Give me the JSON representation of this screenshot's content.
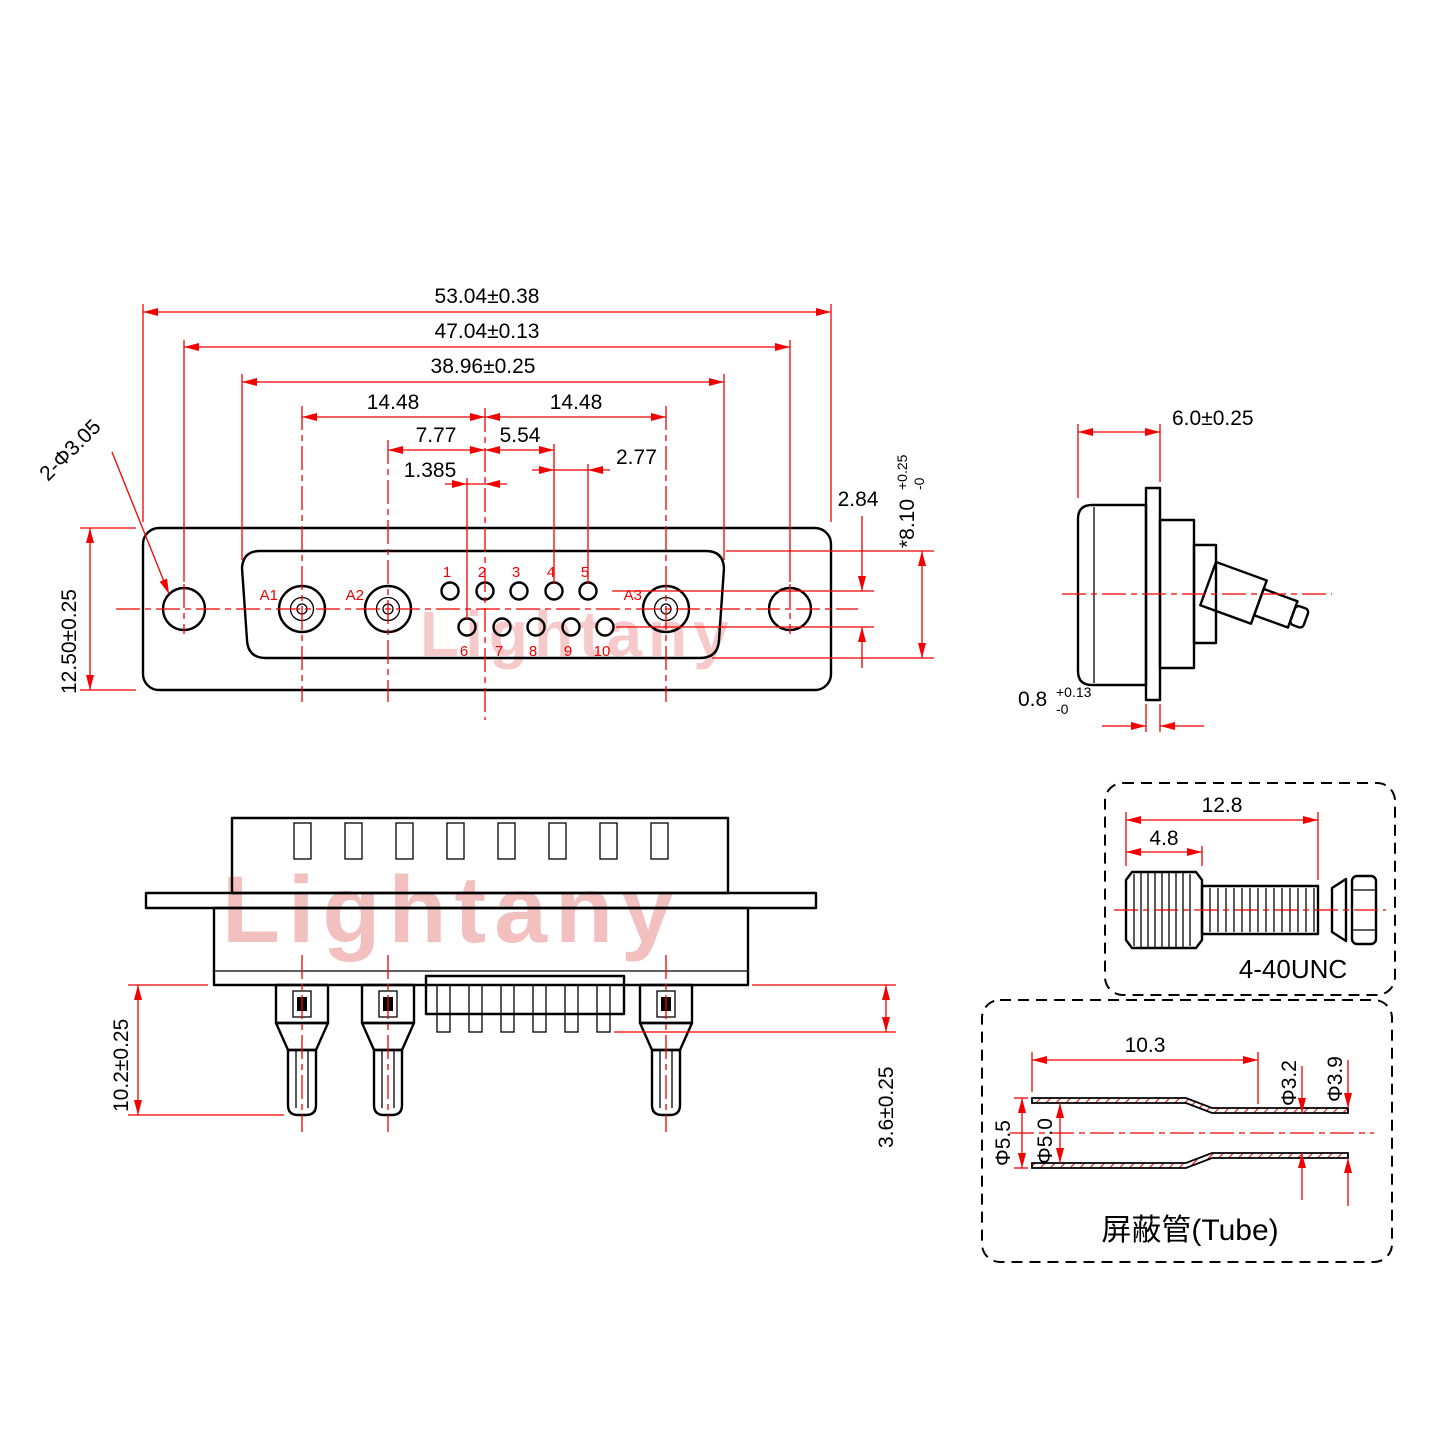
{
  "watermark": {
    "text": "Lightany"
  },
  "front_view": {
    "dims": {
      "overall_width": "53.04±0.38",
      "mount_hole_span": "47.04±0.13",
      "shell_width": "38.96±0.25",
      "coax_span_left": "14.48",
      "coax_span_right": "14.48",
      "a2_to_center": "7.77",
      "center_to_pin": "5.54",
      "row_offset": "1.385",
      "pin_pitch": "2.77",
      "row_spacing": "2.84",
      "flange_height": "12.50±0.25",
      "mount_holes": "2-Φ3.05",
      "panel_cutout": "*8.10",
      "panel_cutout_tol_plus": "+0.25",
      "panel_cutout_tol_minus": "-0"
    },
    "contacts": [
      "A1",
      "A2",
      "A3"
    ],
    "pins": [
      "1",
      "2",
      "3",
      "4",
      "5",
      "6",
      "7",
      "8",
      "9",
      "10"
    ]
  },
  "side_view": {
    "dims": {
      "shell_depth": "6.0±0.25",
      "flange_thickness": "0.8",
      "flange_tol_plus": "+0.13",
      "flange_tol_minus": "-0"
    }
  },
  "rear_view": {
    "dims": {
      "terminal_height": "10.2±0.25",
      "tail_length": "3.6±0.25"
    }
  },
  "screw_detail": {
    "dims": {
      "overall_length": "12.8",
      "head_length": "4.8"
    },
    "thread_spec": "4-40UNC"
  },
  "tube_detail": {
    "dims": {
      "body_length": "10.3",
      "outer_dia_large": "Φ5.5",
      "inner_dia_large": "Φ5.0",
      "inner_dia_small": "Φ3.2",
      "outer_dia_small": "Φ3.9"
    },
    "label": "屏蔽管(Tube)"
  },
  "colors": {
    "dimension_red": "#f40000",
    "object_black": "#000000",
    "watermark_pink": "#f6caca"
  }
}
